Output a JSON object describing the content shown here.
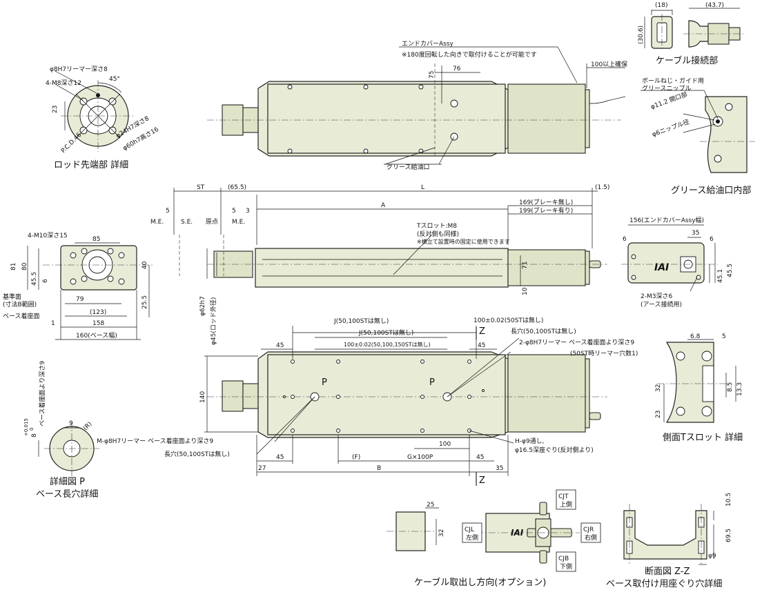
{
  "top_right": {
    "dim_18": "(18)",
    "dim_43_7": "(43.7)",
    "dim_30_6": "(30.6)",
    "cable_title": "ケーブル接続部"
  },
  "top_view": {
    "end_cover": "エンドカバーAssy",
    "rotate_note": "※180度回転した向きで取付けることが可能です",
    "dim_100": "100以上確保",
    "dim_75": "75",
    "dim_76": "76",
    "grease_port": "グリース給油口"
  },
  "rod_tip": {
    "phi8": "φ8H7リーマー深さ8",
    "m8": "4-M8深さ12",
    "angle": "45°",
    "dim_23": "23",
    "pcd": "P.C.D.46",
    "phi24": "φ24H7深さ8",
    "phi60": "φ60h7高さ16",
    "title": "ロッド先端部 詳細"
  },
  "grease_detail": {
    "nipple": "ボールねじ・ガイド用",
    "nipple2": "グリースニップル",
    "phi11": "φ11.2 開口部",
    "phi6": "φ6ニップル径",
    "title": "グリース給油口内部"
  },
  "side_view": {
    "st": "ST",
    "d65": "(65.5)",
    "l": "L",
    "d1_5": "(1.5)",
    "d5a": "5",
    "d5b": "5",
    "d3": "3",
    "me1": "M.E.",
    "se": "S.E.",
    "origin": "原点",
    "me2": "M.E.",
    "a": "A",
    "d169": "169(ブレーキ無し)",
    "d199": "199(ブレーキ有り)",
    "tslot": "Tスロット:M8",
    "tslot2": "(反対側も同様)",
    "tslot3": "※横立て設置時の固定に使用できます",
    "d71": "71",
    "d10": "10",
    "phi62": "φ62h7",
    "phi45": "φ45(ロッド外径)"
  },
  "front_view": {
    "m10": "4-M10深さ15",
    "d85": "85",
    "d81": "81",
    "d80": "80",
    "d45_5": "45.5",
    "d6": "6",
    "d40": "40",
    "d79": "79",
    "d25_5": "25.5",
    "ref": "基準面",
    "ref2": "(寸法B範囲)",
    "base_face": "ベース着座面",
    "d123": "(123)",
    "d158": "158",
    "d1": "1",
    "d160": "160(ベース幅)"
  },
  "end_view": {
    "d156": "156(エンドカバーAssy幅)",
    "d6a": "6",
    "d35": "35",
    "d6b": "6",
    "d45_5": "45.5",
    "d45_1": "45.1",
    "m3": "2-M3深さ6",
    "m3b": "(アース接続用)",
    "logo": "IAI"
  },
  "bottom_view": {
    "j1": "J(50,100STは無し)",
    "j2": "J(50,100STは無し)",
    "d100a": "100±0.02(50STは無し)",
    "d100b": "100±0.02(50,100,150STは無し)",
    "z": "Z",
    "d45a": "45",
    "d45b": "45",
    "slot": "長穴(50,100STは無し)",
    "ream": "2-φ8H7リーマー ベース着座面より深さ9",
    "ream2": "(50ST時リーマー穴数1)",
    "d140": "140",
    "p1": "P",
    "p2": "P",
    "m_ream": "M-φ8H7リーマー ベース着座面より深さ9",
    "slot2": "長穴(50,100STは無し)",
    "d100c": "100",
    "h_hole": "H-φ9通し,",
    "h_hole2": "φ16.5深座ぐり(反対側より)",
    "d45c": "45",
    "f": "(F)",
    "g": "G×100P",
    "d45d": "45",
    "d27": "27",
    "b": "B",
    "d35": "35",
    "z2": "Z"
  },
  "t_slot_detail": {
    "d6_8": "6.8",
    "d5": "5",
    "d32": "32",
    "d23": "23",
    "d8_5": "8.5",
    "d13_3": "13.3",
    "title": "側面Tスロット 詳細"
  },
  "p_detail": {
    "d8": "8",
    "tol_up": "+0.015",
    "tol_lo": "0",
    "vert": "ベース着座面より深さ9",
    "d9": "9",
    "r": "(R)",
    "title": "詳細図 P",
    "title2": "ベース長穴詳細"
  },
  "cable_dir": {
    "d25": "25",
    "d32": "32",
    "cjt": "CJT",
    "cjt2": "上側",
    "cjl": "CJL",
    "cjl2": "左側",
    "cjr": "CJR",
    "cjr2": "右側",
    "cjb": "CJB",
    "cjb2": "下側",
    "title": "ケーブル取出し方向(オプション)"
  },
  "section_zz": {
    "d10_5": "10.5",
    "d69_5": "69.5",
    "phi9": "φ9",
    "title": "断面図 Z-Z",
    "title2": "ベース取付け用座ぐり穴詳細"
  }
}
